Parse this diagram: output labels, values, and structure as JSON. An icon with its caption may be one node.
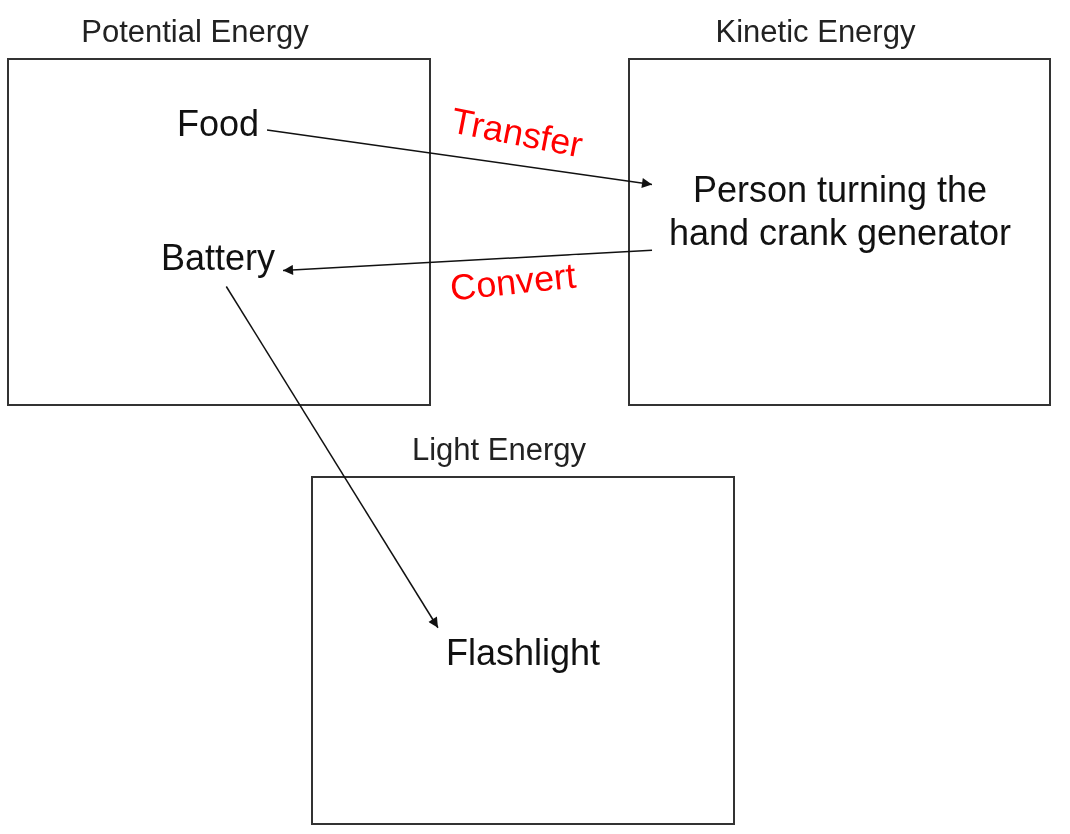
{
  "diagram": {
    "nodes": [
      {
        "text": [
          "Potential Energy"
        ]
      },
      {
        "text": [
          "Food"
        ],
        "in": 0
      },
      {
        "text": [
          "Battery"
        ],
        "in": 0
      },
      {
        "text": [
          "Kinetic Energy"
        ]
      },
      {
        "text": [
          "Person turning the hand crank generator"
        ],
        "in": 3
      },
      {
        "text": [
          "Light Energy"
        ]
      },
      {
        "text": [
          "Flashlight"
        ],
        "in": 5
      }
    ],
    "edges": [
      {
        "from": 1,
        "to": 4,
        "arrow": "to",
        "label": "Transfer"
      },
      {
        "from": 4,
        "to": 2,
        "arrow": "to",
        "label": "Convert"
      },
      {
        "from": 2,
        "to": 6,
        "arrow": "to"
      }
    ]
  }
}
